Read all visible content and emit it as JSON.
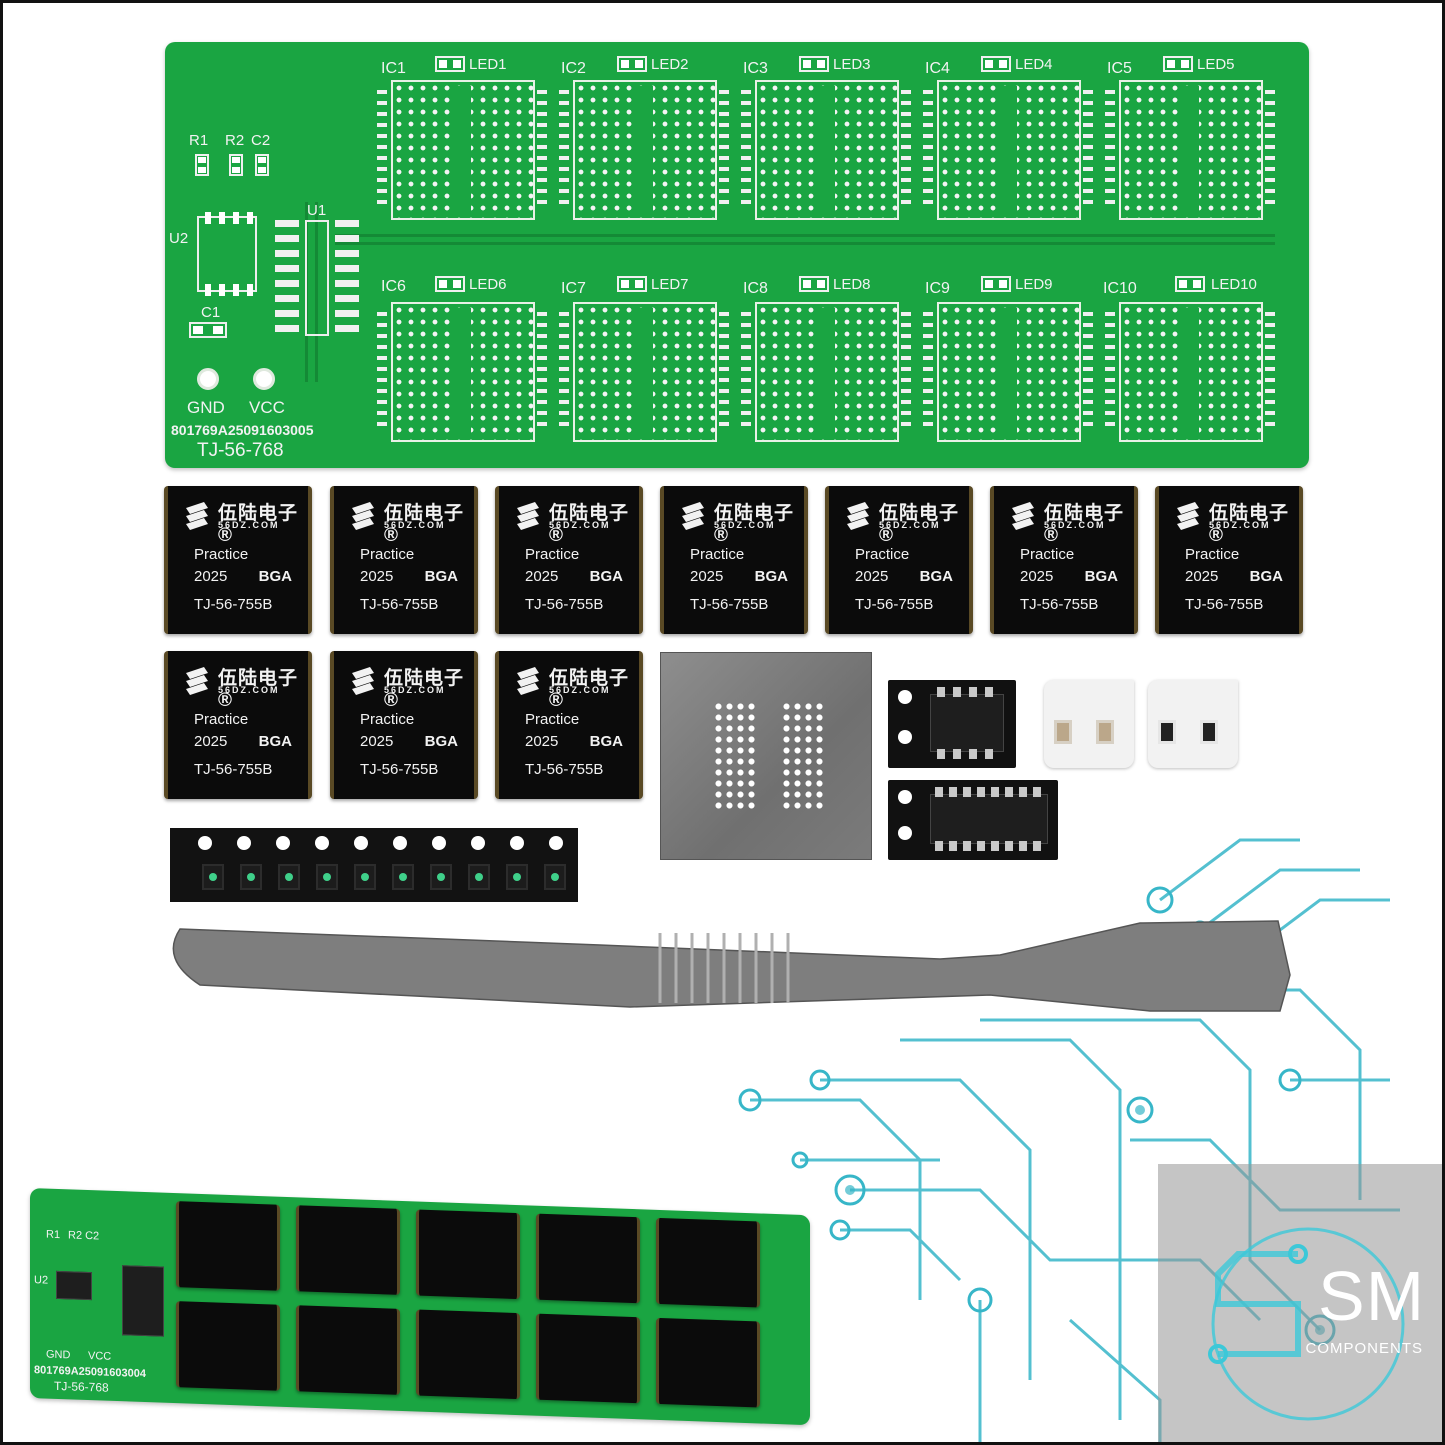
{
  "pcb": {
    "ic_labels": [
      "IC1",
      "IC2",
      "IC3",
      "IC4",
      "IC5",
      "IC6",
      "IC7",
      "IC8",
      "IC9",
      "IC10"
    ],
    "led_labels": [
      "LED1",
      "LED2",
      "LED3",
      "LED4",
      "LED5",
      "LED6",
      "LED7",
      "LED8",
      "LED9",
      "LED10"
    ],
    "part_labels": {
      "r1": "R1",
      "r2": "R2",
      "c2": "C2",
      "c1": "C1",
      "u1": "U1",
      "u2": "U2"
    },
    "gnd": "GND",
    "vcc": "VCC",
    "serial": "801769A25091603005",
    "model": "TJ-56-768"
  },
  "chip": {
    "brand": "伍陆电子®",
    "url": "56DZ.COM",
    "line1": "Practice",
    "year": "2025",
    "type": "BGA",
    "model": "TJ-56-755B",
    "count": 10
  },
  "preview_pcb": {
    "r1": "R1",
    "r2c2": "R2 C2",
    "u2": "U2",
    "gnd": "GND",
    "vcc": "VCC",
    "serial": "801769A25091603004",
    "model": "TJ-56-768"
  },
  "watermark": {
    "big": "SM",
    "small": "COMPONENTS"
  },
  "colors": {
    "pcb_green": "#1aa542",
    "chip_black": "#0b0b0b",
    "circuit_cyan": "#37b6c8"
  }
}
